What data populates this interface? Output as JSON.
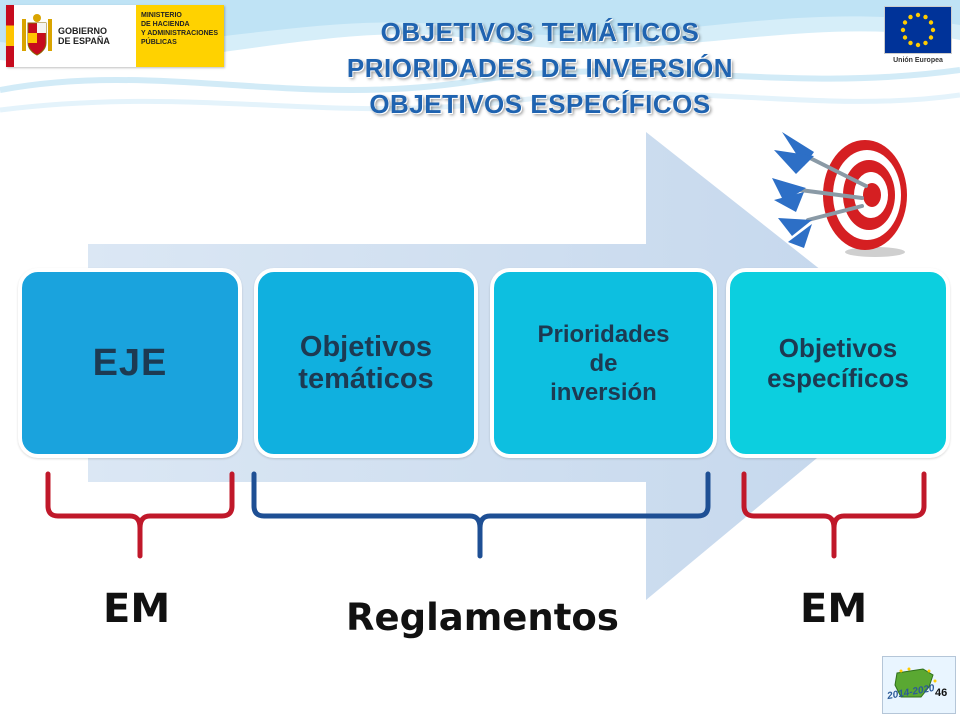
{
  "government": {
    "name_line1": "GOBIERNO",
    "name_line2": "DE ESPAÑA",
    "ministry_lines": [
      "MINISTERIO",
      "DE HACIENDA",
      "Y ADMINISTRACIONES",
      "PÚBLICAS"
    ]
  },
  "title": {
    "line1": "OBJETIVOS TEMÁTICOS",
    "line2": "PRIORIDADES DE INVERSIÓN",
    "line3": "OBJETIVOS ESPECÍFICOS"
  },
  "eu": {
    "caption": "Unión Europea"
  },
  "boxes": [
    {
      "lines": [
        "EJE"
      ]
    },
    {
      "lines": [
        "Objetivos",
        "temáticos"
      ]
    },
    {
      "lines": [
        "Prioridades",
        "de",
        "inversión"
      ]
    },
    {
      "lines": [
        "Objetivos",
        "específicos"
      ]
    }
  ],
  "labels": {
    "em_left": "EM",
    "reglamentos": "Reglamentos",
    "em_right": "EM"
  },
  "period_logo": {
    "years": "2014-2020"
  },
  "slide_number": "46",
  "colors": {
    "title": "#1f63b0",
    "brace_red": "#c0182a",
    "brace_blue": "#1e4f94",
    "arrow": "#c9daee"
  }
}
